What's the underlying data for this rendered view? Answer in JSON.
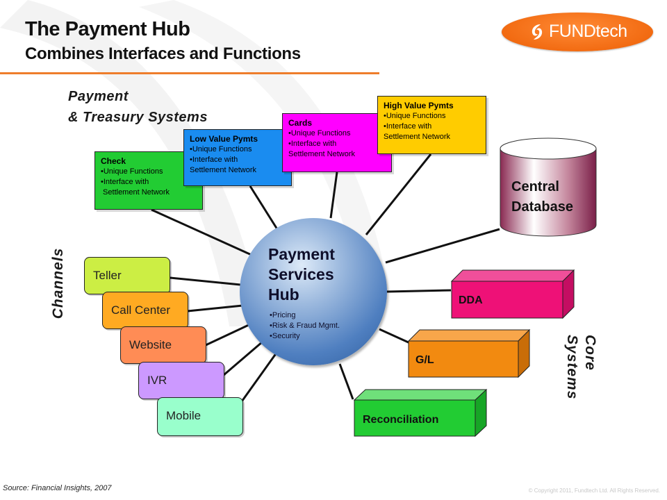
{
  "title": {
    "line1": "The Payment Hub",
    "line2": "Combines Interfaces and Functions"
  },
  "logo": {
    "text": "FUNDtech",
    "icon": "fundtech-swirl-icon",
    "color": "#f26b12"
  },
  "sections": {
    "payment_treasury": [
      "Payment",
      "& Treasury Systems"
    ],
    "channels": "Channels",
    "core_systems": [
      "Core",
      "Systems"
    ]
  },
  "payment_systems": [
    {
      "name": "Check",
      "bullets": [
        "Unique Functions",
        "Interface with",
        " Settlement Network"
      ],
      "color": "#22cc33"
    },
    {
      "name": "Low Value Pymts",
      "bullets": [
        "Unique Functions",
        "Interface with",
        "Settlement Network"
      ],
      "color": "#1a8cf0"
    },
    {
      "name": "Cards",
      "bullets": [
        "Unique Functions",
        "Interface with",
        "Settlement Network"
      ],
      "color": "#ff00ff"
    },
    {
      "name": "High Value Pymts",
      "bullets": [
        "Unique Functions",
        "Interface with",
        "Settlement Network"
      ],
      "color": "#ffcc00"
    }
  ],
  "hub": {
    "title": [
      "Payment",
      "Services",
      "Hub"
    ],
    "bullets": [
      "Pricing",
      "Risk & Fraud Mgmt.",
      "Security"
    ]
  },
  "channels": [
    {
      "name": "Teller",
      "color": "#ccee44"
    },
    {
      "name": "Call Center",
      "color": "#ffaa22"
    },
    {
      "name": "Website",
      "color": "#ff8c55"
    },
    {
      "name": "IVR",
      "color": "#cc99ff"
    },
    {
      "name": "Mobile",
      "color": "#99ffcc"
    }
  ],
  "core_systems": [
    {
      "name": "DDA",
      "color": "#ee1177"
    },
    {
      "name": "G/L",
      "color": "#f28a10"
    },
    {
      "name": "Reconciliation",
      "color": "#22cc33"
    }
  ],
  "database": {
    "label": [
      "Central",
      "Database"
    ]
  },
  "footer": {
    "source": "Source: Financial Insights, 2007",
    "copyright": "© Copyright 2011, Fundtech Ltd. All Rights Reserved."
  }
}
